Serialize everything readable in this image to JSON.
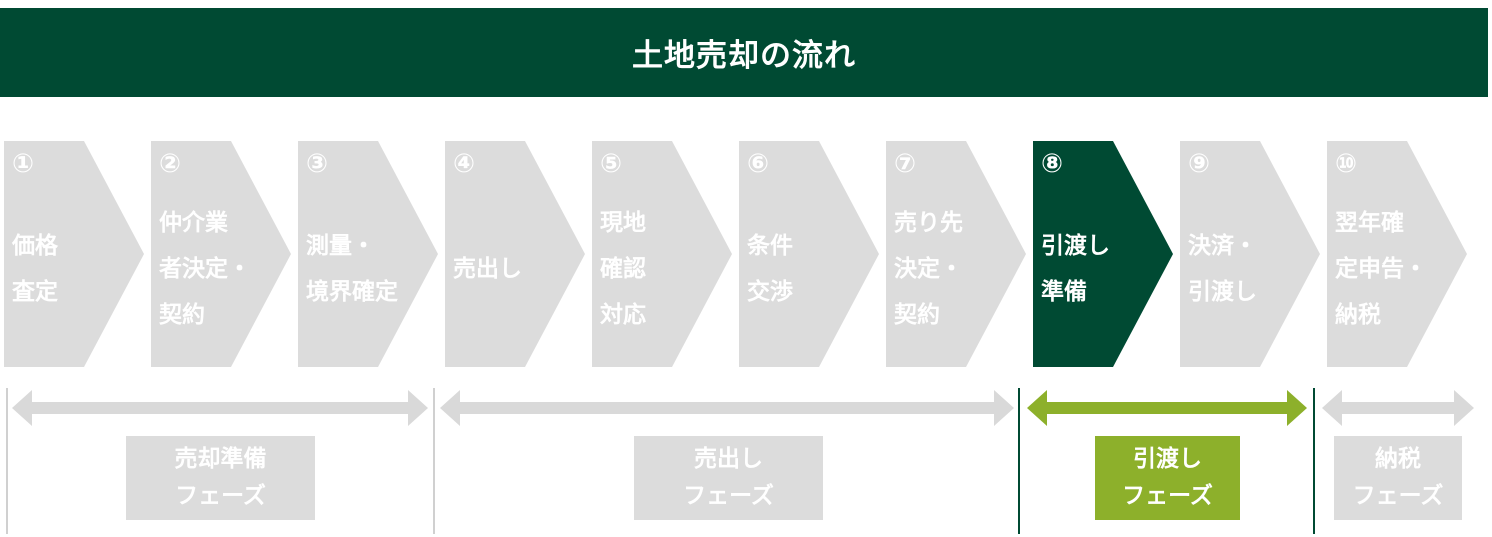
{
  "title": "土地売却の流れ",
  "colors": {
    "dark_green": "#004a33",
    "light_green": "#8db02b",
    "gray": "#dcdcdc",
    "arrow_gray": "#d9d9d9",
    "divider_gray": "#d0d0d0",
    "white": "#ffffff"
  },
  "steps": [
    {
      "num": "①",
      "label": "価格\n査定",
      "active": false
    },
    {
      "num": "②",
      "label": "仲介業\n者決定・\n契約",
      "active": false
    },
    {
      "num": "③",
      "label": "測量・\n境界確定",
      "active": false
    },
    {
      "num": "④",
      "label": "売出し",
      "active": false
    },
    {
      "num": "⑤",
      "label": "現地\n確認\n対応",
      "active": false
    },
    {
      "num": "⑥",
      "label": "条件\n交渉",
      "active": false
    },
    {
      "num": "⑦",
      "label": "売り先\n決定・\n契約",
      "active": false
    },
    {
      "num": "⑧",
      "label": "引渡し\n準備",
      "active": true
    },
    {
      "num": "⑨",
      "label": "決済・\n引渡し",
      "active": false
    },
    {
      "num": "⑩",
      "label": "翌年確\n定申告・\n納税",
      "active": false
    }
  ],
  "phases": [
    {
      "label": "売却準備\nフェーズ",
      "active": false
    },
    {
      "label": "売出し\nフェーズ",
      "active": false
    },
    {
      "label": "引渡し\nフェーズ",
      "active": true
    },
    {
      "label": "納税\nフェーズ",
      "active": false
    }
  ]
}
